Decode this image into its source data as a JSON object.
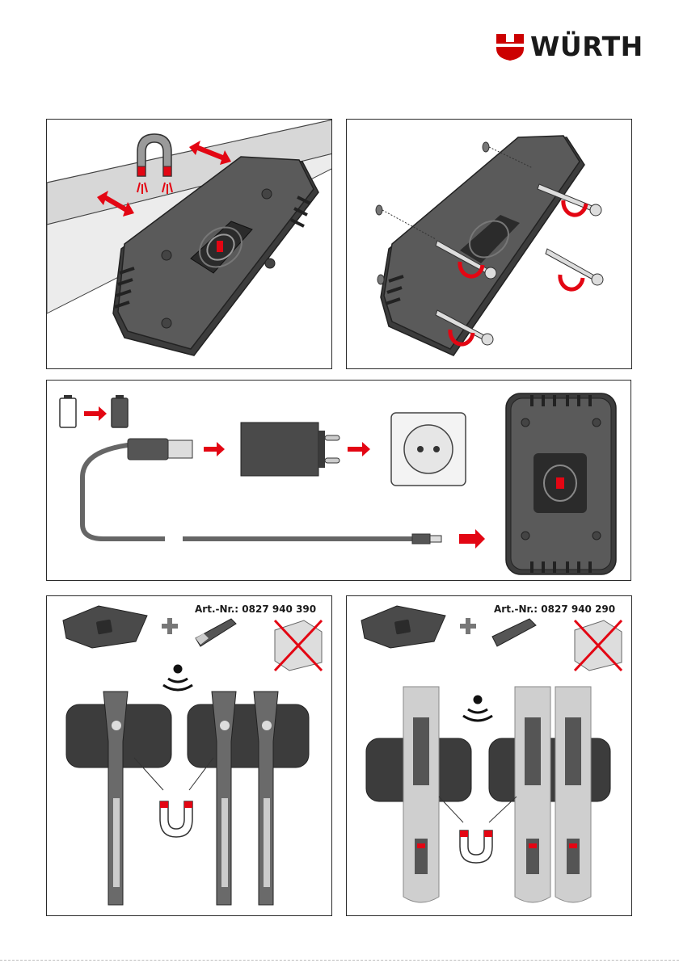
{
  "brand": {
    "name": "WÜRTH",
    "color": "#cc0000"
  },
  "panels": {
    "mounting_magnet": {
      "icons": [
        "magnet-icon",
        "double-arrow-icon"
      ]
    },
    "mounting_screws": {
      "icons": [
        "screw-icon",
        "rotate-arrow-icon"
      ]
    },
    "charging": {
      "icons": [
        "battery-empty-icon",
        "battery-full-icon",
        "usb-cable-icon",
        "power-adapter-icon",
        "wall-socket-icon"
      ]
    },
    "compat_a": {
      "art_nr": "Art.-Nr.: 0827 940 390"
    },
    "compat_b": {
      "art_nr": "Art.-Nr.: 0827 940 290"
    }
  },
  "colors": {
    "accent": "#e30613",
    "device": "#555555",
    "device_dark": "#3a3a3a",
    "background": "#ffffff"
  }
}
